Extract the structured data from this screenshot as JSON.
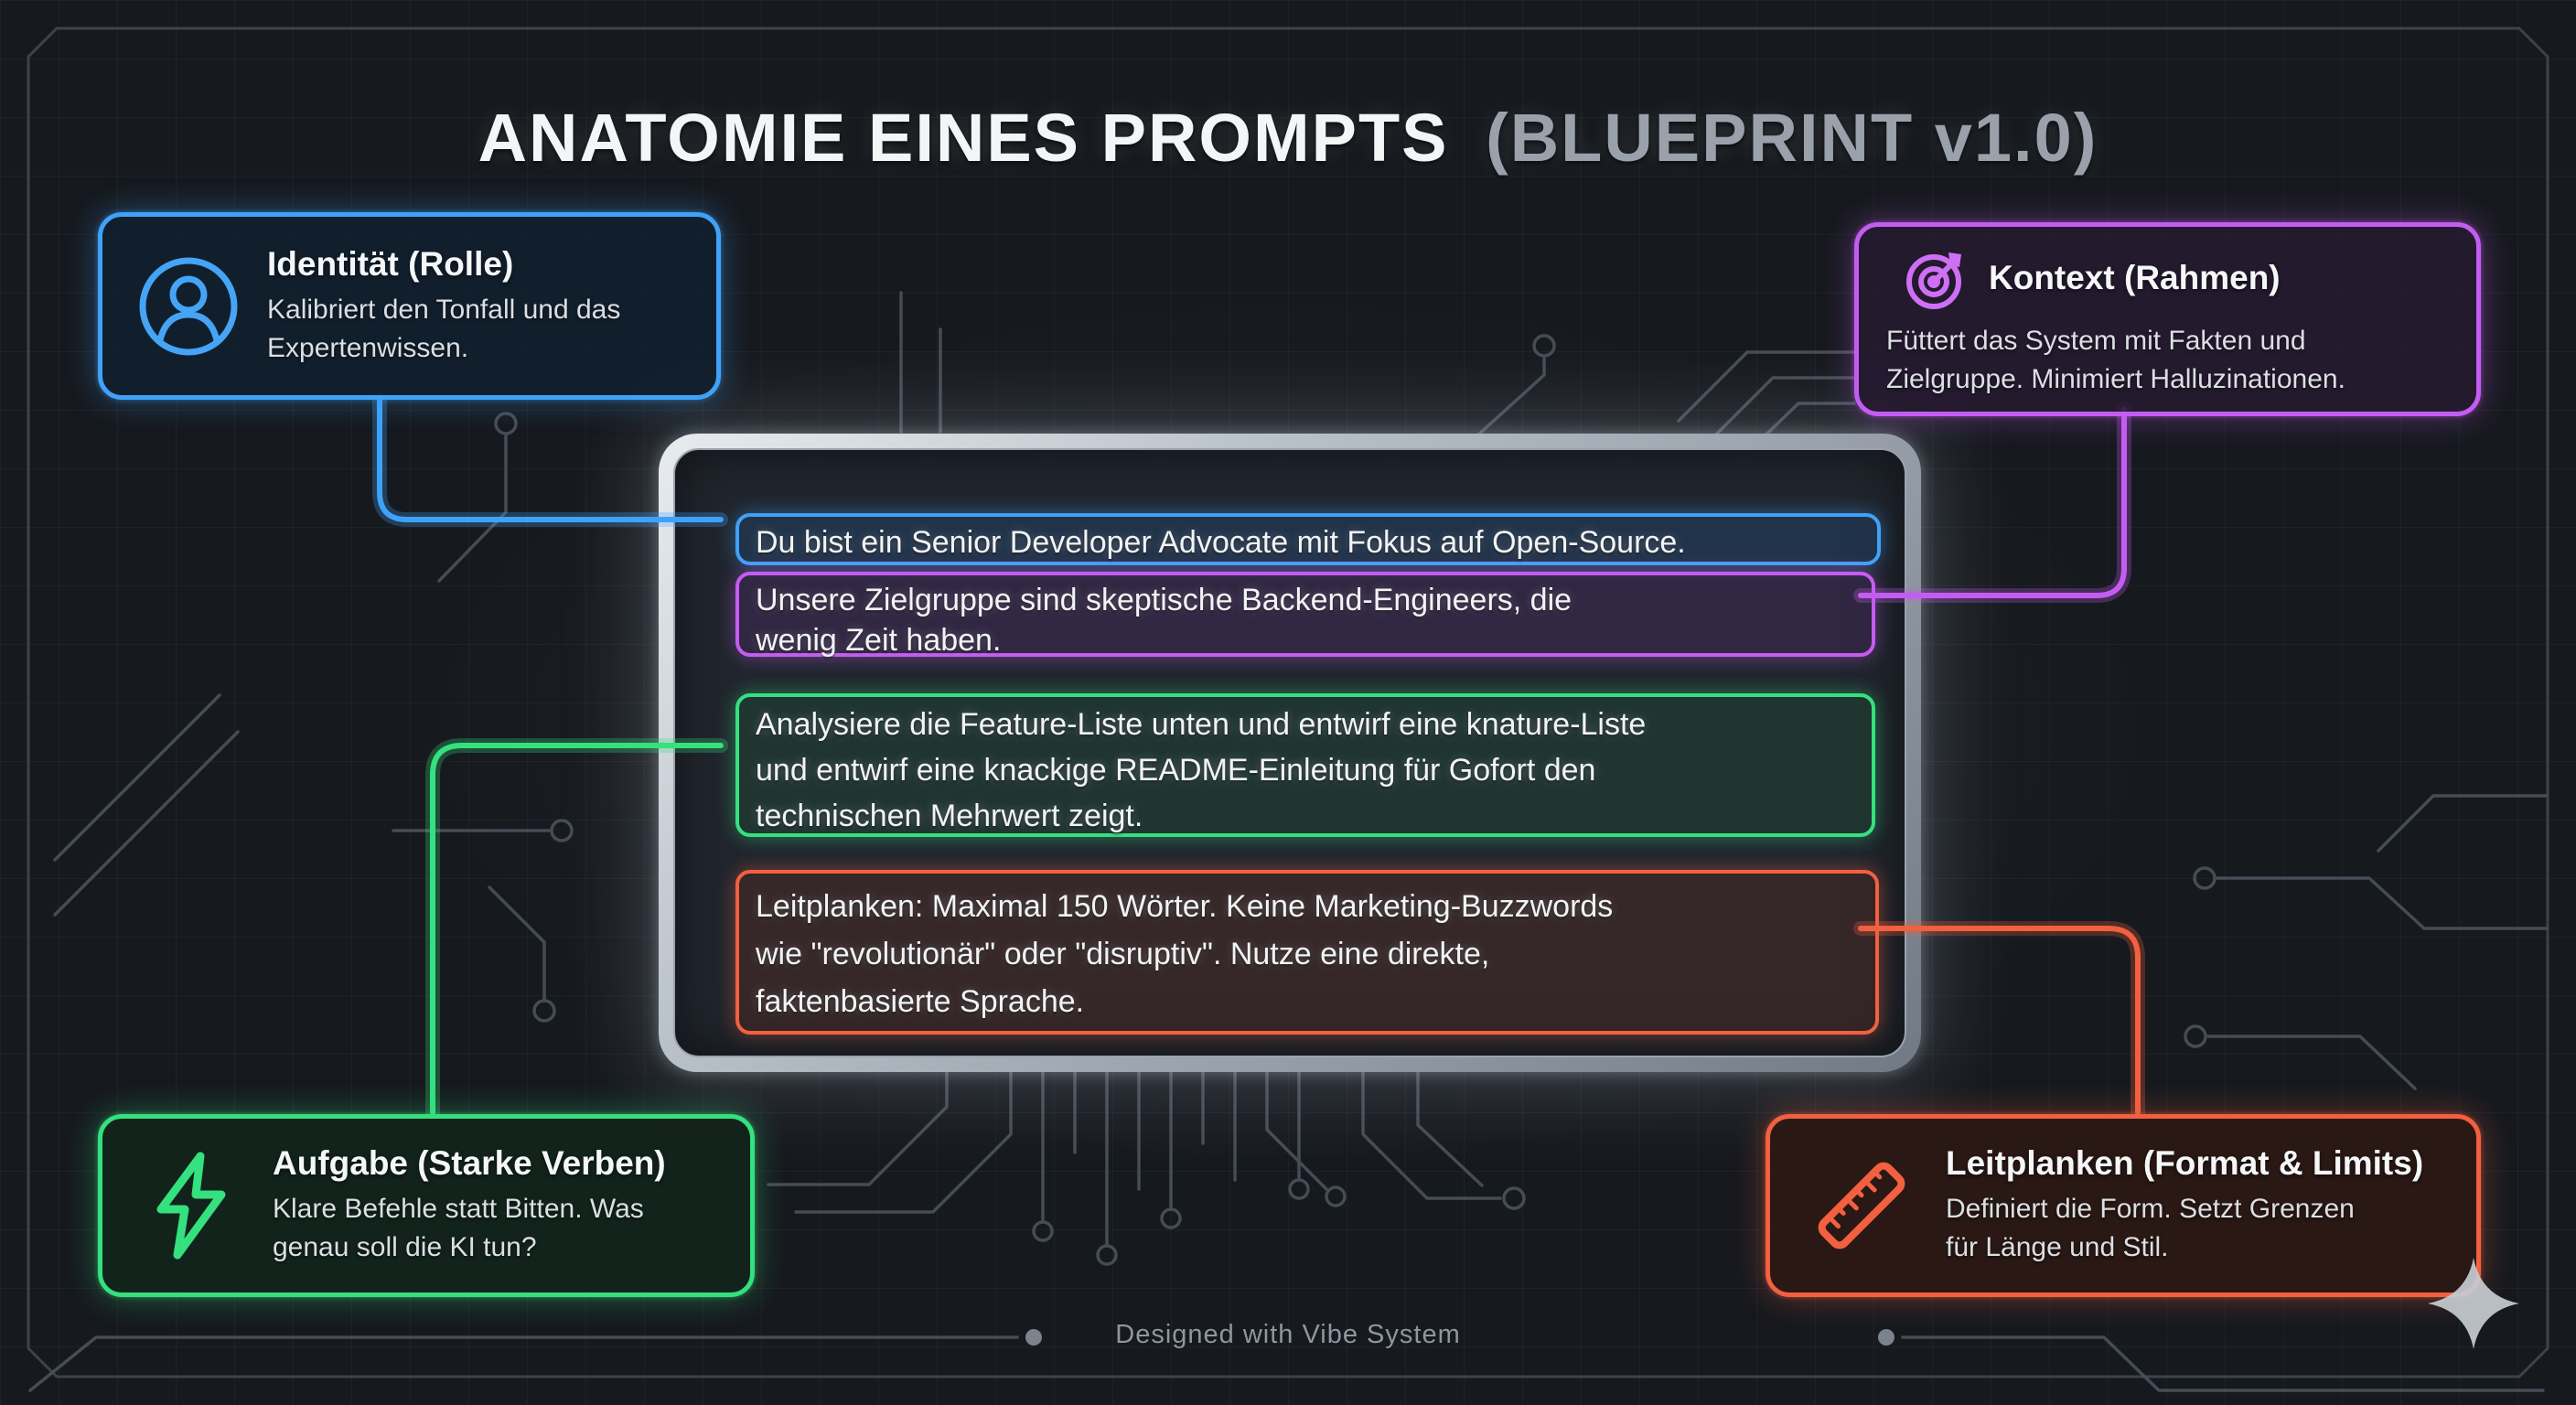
{
  "title": {
    "main": "ANATOMIE EINES PROMPTS",
    "suffix": "(BLUEPRINT v1.0)"
  },
  "callouts": {
    "identity": {
      "title": "Identität (Rolle)",
      "subtitle_lines": [
        "Kalibriert den Tonfall und das",
        "Expertenwissen."
      ],
      "icon": "user-icon",
      "accent": "#3fa2f8"
    },
    "context": {
      "title": "Kontext (Rahmen)",
      "subtitle_lines": [
        "Füttert das System mit Fakten und",
        "Zielgruppe. Minimiert Halluzinationen."
      ],
      "icon": "target-icon",
      "accent": "#c55cf2"
    },
    "task": {
      "title": "Aufgabe (Starke Verben)",
      "subtitle_lines": [
        "Klare Befehle statt Bitten. Was",
        "genau soll die KI tun?"
      ],
      "icon": "lightning-icon",
      "accent": "#35e07e"
    },
    "guardrails": {
      "title": "Leitplanken (Format & Limits)",
      "subtitle_lines": [
        "Definiert die Form. Setzt Grenzen",
        "für Länge und Stil."
      ],
      "icon": "ruler-icon",
      "accent": "#f2603f"
    }
  },
  "prompt_lines": {
    "identity": [
      "Du bist ein Senior Developer Advocate mit Fokus auf Open-Source."
    ],
    "context": [
      "Unsere Zielgruppe sind skeptische Backend-Engineers, die",
      "wenig Zeit haben."
    ],
    "task": [
      "Analysiere die Feature-Liste unten und entwirf eine knature-Liste",
      "und entwirf eine knackige README-Einleitung für Gofort den",
      "technischen Mehrwert zeigt."
    ],
    "guardrails": [
      "Leitplanken: Maximal 150 Wörter. Keine Marketing-Buzzwords",
      "wie \"revolutionär\" oder \"disruptiv\". Nutze eine direkte,",
      "faktenbasierte Sprache."
    ]
  },
  "footer": {
    "credit": "Designed with Vibe System"
  }
}
